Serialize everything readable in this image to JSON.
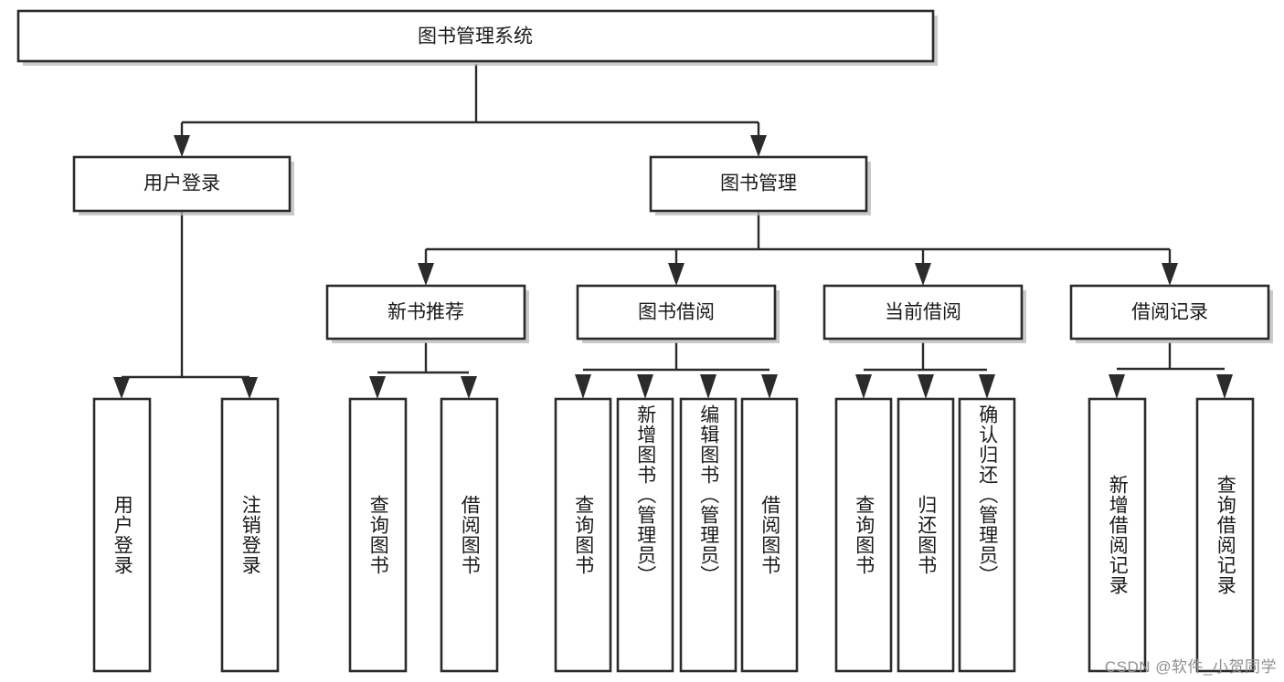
{
  "diagram": {
    "title": "图书管理系统",
    "type": "tree",
    "orientation": "top-down",
    "watermark": "CSDN @软件_小贺同学",
    "colors": {
      "background": "#ffffff",
      "node_fill": "#ffffff",
      "node_stroke": "#2b2b2b",
      "connector": "#2b2b2b",
      "shadow": "#b8b8b8",
      "text": "#1a1a1a",
      "watermark_text": "#8f8f8f"
    },
    "root": {
      "id": "root",
      "label": "图书管理系统",
      "orientation": "horizontal"
    },
    "level2": [
      {
        "id": "user-login",
        "label": "用户登录",
        "orientation": "horizontal"
      },
      {
        "id": "book-management",
        "label": "图书管理",
        "orientation": "horizontal"
      }
    ],
    "level3": [
      {
        "id": "new-book-recommend",
        "label": "新书推荐",
        "parent": "book-management",
        "orientation": "horizontal"
      },
      {
        "id": "book-borrow",
        "label": "图书借阅",
        "parent": "book-management",
        "orientation": "horizontal"
      },
      {
        "id": "current-borrow",
        "label": "当前借阅",
        "parent": "book-management",
        "orientation": "horizontal"
      },
      {
        "id": "borrow-record",
        "label": "借阅记录",
        "parent": "book-management",
        "orientation": "horizontal"
      }
    ],
    "leaves": [
      {
        "id": "leaf-user-login",
        "label": "用户登录",
        "parent": "user-login",
        "orientation": "vertical"
      },
      {
        "id": "leaf-user-logout",
        "label": "注销登录",
        "parent": "user-login",
        "orientation": "vertical"
      },
      {
        "id": "leaf-query-book-1",
        "label": "查询图书",
        "parent": "new-book-recommend",
        "orientation": "vertical"
      },
      {
        "id": "leaf-borrow-book-1",
        "label": "借阅图书",
        "parent": "new-book-recommend",
        "orientation": "vertical"
      },
      {
        "id": "leaf-query-book-2",
        "label": "查询图书",
        "parent": "book-borrow",
        "orientation": "vertical"
      },
      {
        "id": "leaf-add-book",
        "label": "新增图书（管理员）",
        "parent": "book-borrow",
        "orientation": "vertical"
      },
      {
        "id": "leaf-edit-book",
        "label": "编辑图书（管理员）",
        "parent": "book-borrow",
        "orientation": "vertical"
      },
      {
        "id": "leaf-borrow-book-2",
        "label": "借阅图书",
        "parent": "book-borrow",
        "orientation": "vertical"
      },
      {
        "id": "leaf-query-book-3",
        "label": "查询图书",
        "parent": "current-borrow",
        "orientation": "vertical"
      },
      {
        "id": "leaf-return-book",
        "label": "归还图书",
        "parent": "current-borrow",
        "orientation": "vertical"
      },
      {
        "id": "leaf-confirm-return",
        "label": "确认归还（管理员）",
        "parent": "current-borrow",
        "orientation": "vertical"
      },
      {
        "id": "leaf-add-record",
        "label": "新增借阅记录",
        "parent": "borrow-record",
        "orientation": "vertical"
      },
      {
        "id": "leaf-query-record",
        "label": "查询借阅记录",
        "parent": "borrow-record",
        "orientation": "vertical"
      }
    ]
  }
}
